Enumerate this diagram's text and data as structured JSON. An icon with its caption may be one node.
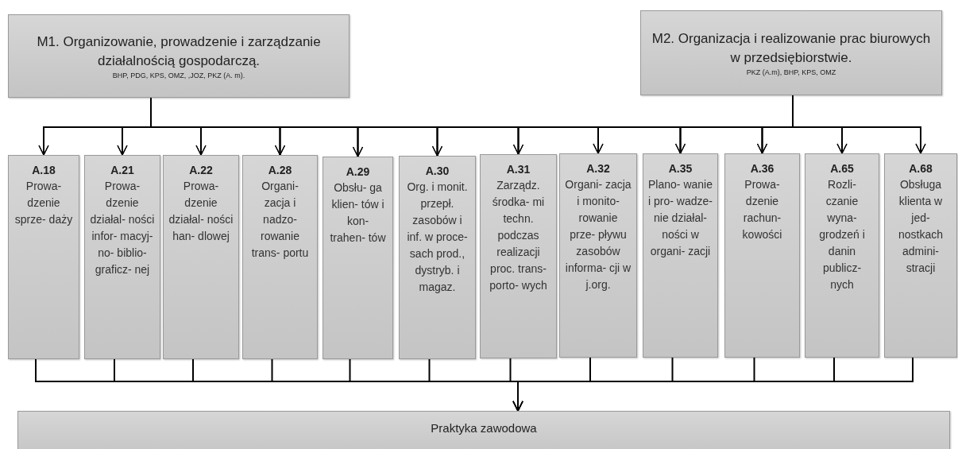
{
  "diagram": {
    "nodes": [
      {
        "text": [
          "M1. Organizowanie, prowadzenie i zarządzanie działalnością gospodarczą.",
          "BHP, PDG, KPS, OMZ, ,JOZ, PKZ (A. m)."
        ]
      },
      {
        "text": [
          "M2. Organizacja i realizowanie prac biurowych w przedsiębiorstwie.",
          "PKZ (A.m), BHP,  KPS, OMZ"
        ]
      },
      {
        "text": [
          "A.18",
          "Prowa- dzenie sprze- daży"
        ]
      },
      {
        "text": [
          "A.21",
          "Prowa- dzenie działal- ności infor- macyj- no- biblio- graficz- nej"
        ]
      },
      {
        "text": [
          "A.22",
          "Prowa- dzenie działal- ności han- dlowej"
        ]
      },
      {
        "text": [
          "A.28",
          "Organi- zacja i nadzo- rowanie trans- portu"
        ]
      },
      {
        "text": [
          "A.29",
          "Obsłu- ga klien- tów i kon- trahen- tów"
        ]
      },
      {
        "text": [
          "A.30",
          "Org. i monit. przepł. zasobów i inf. w proce- sach prod., dystryb. i magaz."
        ]
      },
      {
        "text": [
          "A.31",
          "Zarządz. środka- mi techn. podczas realizacji proc. trans- porto- wych"
        ]
      },
      {
        "text": [
          "A.32",
          "Organi- zacja i monito- rowanie prze- pływu zasobów informa- cji w j.org."
        ]
      },
      {
        "text": [
          "A.35",
          "Plano- wanie i pro- wadze- nie działal- ności w organi- zacji"
        ]
      },
      {
        "text": [
          "A.36",
          "Prowa- dzenie rachun- kowości"
        ]
      },
      {
        "text": [
          "A.65",
          "Rozli- czanie wyna- grodzeń i danin publicz- nych"
        ]
      },
      {
        "text": [
          "A.68",
          "Obsługa klienta w jed- nostkach admini- stracji"
        ]
      },
      {
        "text": [
          "Praktyka zawodowa"
        ]
      }
    ],
    "edges": [
      {
        "from": 0,
        "to": 2,
        "arrow": "to"
      },
      {
        "from": 0,
        "to": 3,
        "arrow": "to"
      },
      {
        "from": 0,
        "to": 4,
        "arrow": "to"
      },
      {
        "from": 0,
        "to": 5,
        "arrow": "to"
      },
      {
        "from": 0,
        "to": 6,
        "arrow": "to"
      },
      {
        "from": 0,
        "to": 7,
        "arrow": "to"
      },
      {
        "from": 0,
        "to": 8,
        "arrow": "to"
      },
      {
        "from": 0,
        "to": 9,
        "arrow": "to"
      },
      {
        "from": 0,
        "to": 10,
        "arrow": "to"
      },
      {
        "from": 0,
        "to": 11,
        "arrow": "to"
      },
      {
        "from": 0,
        "to": 12,
        "arrow": "to"
      },
      {
        "from": 0,
        "to": 13,
        "arrow": "to"
      },
      {
        "from": 1,
        "to": 2,
        "arrow": "to"
      },
      {
        "from": 1,
        "to": 3,
        "arrow": "to"
      },
      {
        "from": 1,
        "to": 4,
        "arrow": "to"
      },
      {
        "from": 1,
        "to": 5,
        "arrow": "to"
      },
      {
        "from": 1,
        "to": 6,
        "arrow": "to"
      },
      {
        "from": 1,
        "to": 7,
        "arrow": "to"
      },
      {
        "from": 1,
        "to": 8,
        "arrow": "to"
      },
      {
        "from": 1,
        "to": 9,
        "arrow": "to"
      },
      {
        "from": 1,
        "to": 10,
        "arrow": "to"
      },
      {
        "from": 1,
        "to": 11,
        "arrow": "to"
      },
      {
        "from": 1,
        "to": 12,
        "arrow": "to"
      },
      {
        "from": 1,
        "to": 13,
        "arrow": "to"
      },
      {
        "from": 2,
        "to": 14,
        "arrow": "to"
      },
      {
        "from": 3,
        "to": 14,
        "arrow": "to"
      },
      {
        "from": 4,
        "to": 14,
        "arrow": "to"
      },
      {
        "from": 5,
        "to": 14,
        "arrow": "to"
      },
      {
        "from": 6,
        "to": 14,
        "arrow": "to"
      },
      {
        "from": 7,
        "to": 14,
        "arrow": "to"
      },
      {
        "from": 8,
        "to": 14,
        "arrow": "to"
      },
      {
        "from": 9,
        "to": 14,
        "arrow": "to"
      },
      {
        "from": 10,
        "to": 14,
        "arrow": "to"
      },
      {
        "from": 11,
        "to": 14,
        "arrow": "to"
      },
      {
        "from": 12,
        "to": 14,
        "arrow": "to"
      },
      {
        "from": 13,
        "to": 14,
        "arrow": "to"
      }
    ]
  }
}
